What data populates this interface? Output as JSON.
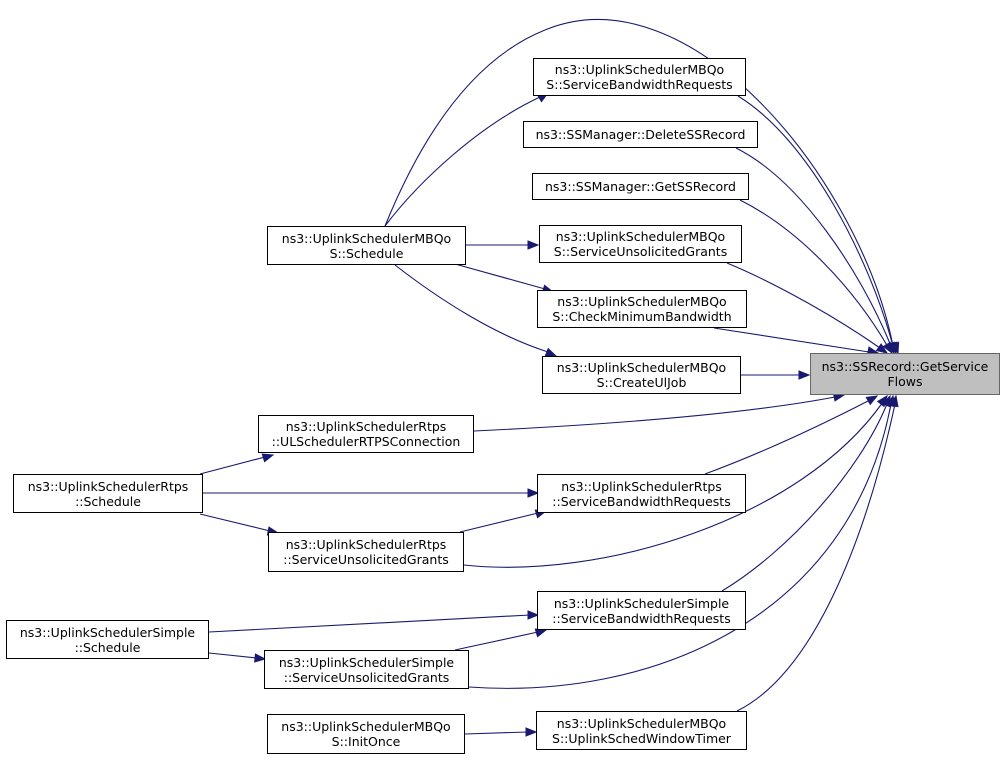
{
  "target": {
    "line1": "ns3::SSRecord::GetService",
    "line2": "Flows"
  },
  "callers": [
    {
      "id": "mbqos_sbr",
      "line1": "ns3::UplinkSchedulerMBQo",
      "line2": "S::ServiceBandwidthRequests"
    },
    {
      "id": "ssm_delete",
      "line1": "ns3::SSManager::DeleteSSRecord",
      "line2": ""
    },
    {
      "id": "ssm_get",
      "line1": "ns3::SSManager::GetSSRecord",
      "line2": ""
    },
    {
      "id": "mbqos_sug",
      "line1": "ns3::UplinkSchedulerMBQo",
      "line2": "S::ServiceUnsolicitedGrants"
    },
    {
      "id": "mbqos_cmb",
      "line1": "ns3::UplinkSchedulerMBQo",
      "line2": "S::CheckMinimumBandwidth"
    },
    {
      "id": "mbqos_cuj",
      "line1": "ns3::UplinkSchedulerMBQo",
      "line2": "S::CreateUlJob"
    },
    {
      "id": "mbqos_sched",
      "line1": "ns3::UplinkSchedulerMBQo",
      "line2": "S::Schedule"
    },
    {
      "id": "rtps_ulc",
      "line1": "ns3::UplinkSchedulerRtps",
      "line2": "::ULSchedulerRTPSConnection"
    },
    {
      "id": "rtps_sched",
      "line1": "ns3::UplinkSchedulerRtps",
      "line2": "::Schedule"
    },
    {
      "id": "rtps_sbr",
      "line1": "ns3::UplinkSchedulerRtps",
      "line2": "::ServiceBandwidthRequests"
    },
    {
      "id": "rtps_sug",
      "line1": "ns3::UplinkSchedulerRtps",
      "line2": "::ServiceUnsolicitedGrants"
    },
    {
      "id": "simple_sbr",
      "line1": "ns3::UplinkSchedulerSimple",
      "line2": "::ServiceBandwidthRequests"
    },
    {
      "id": "simple_sched",
      "line1": "ns3::UplinkSchedulerSimple",
      "line2": "::Schedule"
    },
    {
      "id": "simple_sug",
      "line1": "ns3::UplinkSchedulerSimple",
      "line2": "::ServiceUnsolicitedGrants"
    },
    {
      "id": "mbqos_uswt",
      "line1": "ns3::UplinkSchedulerMBQo",
      "line2": "S::UplinkSchedWindowTimer"
    },
    {
      "id": "mbqos_init",
      "line1": "ns3::UplinkSchedulerMBQo",
      "line2": "S::InitOnce"
    }
  ],
  "edges": [
    [
      "mbqos_sched",
      "target"
    ],
    [
      "mbqos_sched",
      "mbqos_sbr"
    ],
    [
      "mbqos_sched",
      "mbqos_sug"
    ],
    [
      "mbqos_sched",
      "mbqos_cmb"
    ],
    [
      "mbqos_sched",
      "mbqos_cuj"
    ],
    [
      "mbqos_sbr",
      "target"
    ],
    [
      "ssm_delete",
      "target"
    ],
    [
      "ssm_get",
      "target"
    ],
    [
      "mbqos_sug",
      "target"
    ],
    [
      "mbqos_cmb",
      "target"
    ],
    [
      "mbqos_cuj",
      "target"
    ],
    [
      "rtps_ulc",
      "target"
    ],
    [
      "rtps_sbr",
      "target"
    ],
    [
      "rtps_sug",
      "target"
    ],
    [
      "rtps_sched",
      "rtps_ulc"
    ],
    [
      "rtps_sched",
      "rtps_sbr"
    ],
    [
      "rtps_sched",
      "rtps_sug"
    ],
    [
      "rtps_sug",
      "rtps_sbr"
    ],
    [
      "simple_sbr",
      "target"
    ],
    [
      "simple_sug",
      "target"
    ],
    [
      "simple_sched",
      "simple_sbr"
    ],
    [
      "simple_sched",
      "simple_sug"
    ],
    [
      "simple_sug",
      "simple_sbr"
    ],
    [
      "mbqos_uswt",
      "target"
    ],
    [
      "mbqos_init",
      "mbqos_uswt"
    ]
  ],
  "colors": {
    "edge": "#191970",
    "target_fill": "#bfbfbf",
    "node_border": "#000000"
  }
}
